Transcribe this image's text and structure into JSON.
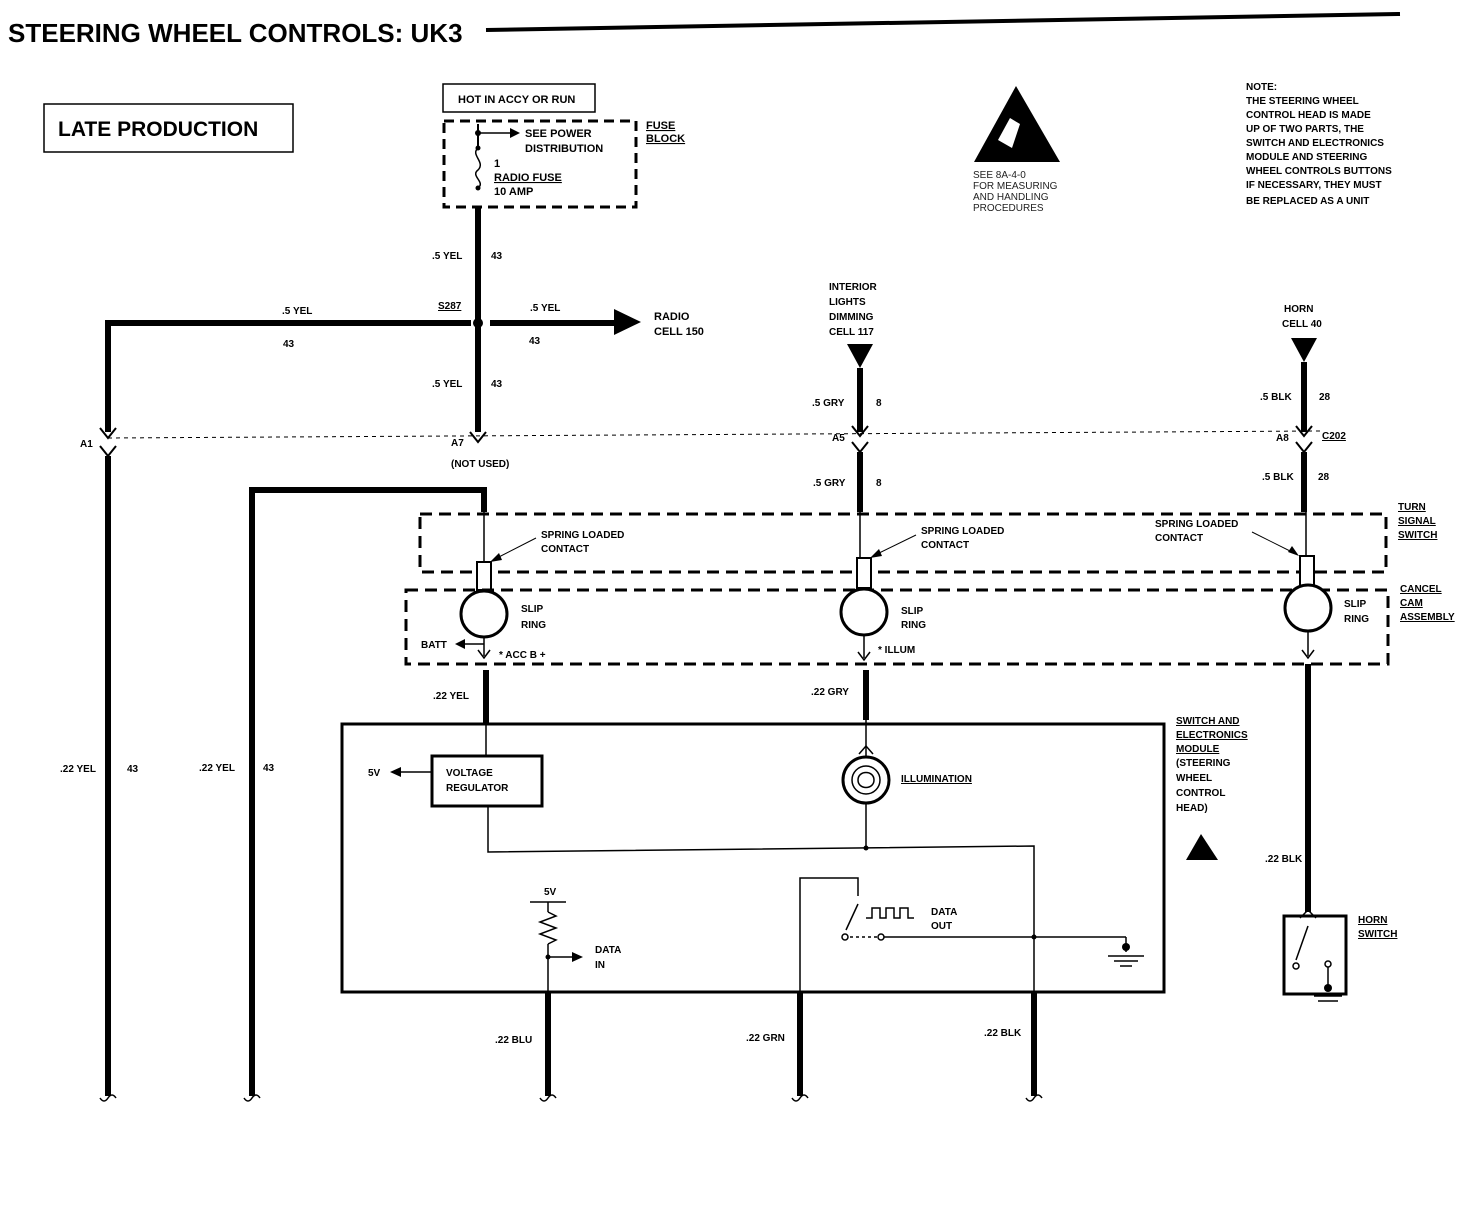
{
  "title": "STEERING WHEEL CONTROLS: UK3",
  "production_box": "LATE PRODUCTION",
  "hot_label": "HOT IN ACCY OR RUN",
  "fuse_block": {
    "label": [
      "FUSE",
      "BLOCK"
    ],
    "see_power": [
      "SEE POWER",
      "DISTRIBUTION"
    ],
    "fuse_number": "1",
    "fuse_name": [
      "RADIO FUSE",
      "10 AMP"
    ]
  },
  "esd": {
    "text": [
      "SEE 8A-4-0",
      "FOR MEASURING",
      "AND HANDLING",
      "PROCEDURES"
    ]
  },
  "note": [
    "NOTE:",
    "THE STEERING WHEEL",
    "CONTROL HEAD IS MADE",
    "UP OF TWO PARTS, THE",
    "SWITCH AND ELECTRONICS",
    "MODULE AND STEERING",
    "WHEEL CONTROLS BUTTONS",
    "IF NECESSARY, THEY MUST",
    "BE REPLACED AS A UNIT"
  ],
  "wires": {
    "yel_5": ".5 YEL",
    "num_43": "43",
    "splice": "S287",
    "radio": [
      "RADIO",
      "CELL 150"
    ],
    "interior": [
      "INTERIOR",
      "LIGHTS",
      "DIMMING",
      "CELL 117"
    ],
    "horn_cell": [
      "HORN",
      "CELL 40"
    ],
    "gry_5": ".5 GRY",
    "num_8": "8",
    "blk_5": ".5 BLK",
    "num_28": "28",
    "yel_22": ".22 YEL",
    "gry_22": ".22 GRY",
    "blk_22": ".22 BLK",
    "blu_22": ".22 BLU",
    "grn_22": ".22 GRN"
  },
  "connector": {
    "a1": "A1",
    "a7": "A7",
    "a5": "A5",
    "a8": "A8",
    "c202": "C202",
    "not_used": "(NOT USED)"
  },
  "turn_signal": [
    "TURN",
    "SIGNAL",
    "SWITCH"
  ],
  "cancel_cam": [
    "CANCEL",
    "CAM",
    "ASSEMBLY"
  ],
  "spring_contact": [
    "SPRING LOADED",
    "CONTACT"
  ],
  "slip_ring": [
    "SLIP",
    "RING"
  ],
  "batt": "BATT",
  "acc_b": "* ACC B +",
  "illum": "* ILLUM",
  "module": [
    "SWITCH AND",
    "ELECTRONICS",
    "MODULE",
    "(STEERING",
    "WHEEL",
    "CONTROL",
    "HEAD)"
  ],
  "voltage_regulator": [
    "VOLTAGE",
    "REGULATOR"
  ],
  "five_v": "5V",
  "illumination": "ILLUMINATION",
  "data_out": [
    "DATA",
    "OUT"
  ],
  "data_in": [
    "DATA",
    "IN"
  ],
  "horn_switch": [
    "HORN",
    "SWITCH"
  ]
}
